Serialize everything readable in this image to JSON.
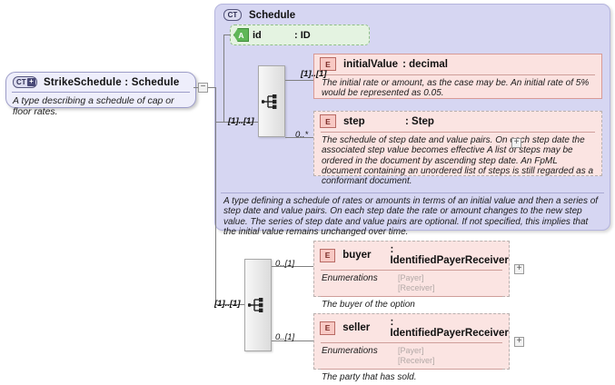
{
  "root": {
    "badge": "CT",
    "badge_plus": "+",
    "title": "StrikeSchedule : Schedule",
    "annotation": "A type describing a schedule of cap or floor rates.",
    "collapse_toggle": "−"
  },
  "group": {
    "badge": "CT",
    "title": "Schedule",
    "annotation": "A type defining a schedule of rates or amounts in terms of an initial value and then a series of step date and value pairs. On each step date the rate or amount changes to the new step value. The series of step date and value pairs are optional. If not specified, this implies that the initial value remains unchanged over time."
  },
  "attribute": {
    "badge": "A",
    "name": "id",
    "type": ": ID"
  },
  "elements": [
    {
      "badge": "E",
      "name": "initialValue",
      "type": ": decimal",
      "cardinality": "[1]..[1]",
      "annotation": "The initial rate or amount, as the case may be. An initial rate of 5% would be represented as 0.05."
    },
    {
      "badge": "E",
      "name": "step",
      "type": ": Step",
      "cardinality": "0..*",
      "annotation": "The schedule of step date and value pairs. On each step date the associated step value becomes effective A list of steps may be ordered in the document by ascending step date. An FpML document containing an unordered list of steps is still regarded as a conformant document.",
      "expand_toggle": "+"
    },
    {
      "badge": "E",
      "name": "buyer",
      "type": ": IdentifiedPayerReceiver",
      "cardinality": "0..[1]",
      "enum_label": "Enumerations",
      "enum_values": [
        "[Payer]",
        "[Receiver]"
      ],
      "annotation": "The buyer of the option",
      "expand_toggle": "+"
    },
    {
      "badge": "E",
      "name": "seller",
      "type": ": IdentifiedPayerReceiver",
      "cardinality": "0..[1]",
      "enum_label": "Enumerations",
      "enum_values": [
        "[Payer]",
        "[Receiver]"
      ],
      "annotation": "The party that has sold.",
      "expand_toggle": "+"
    }
  ],
  "compositors": {
    "top_cardinality": "[1]..[1]",
    "bottom_cardinality": "[1]..[1]"
  },
  "colors": {
    "group_bg": "#d6d6f2",
    "root_bg": "#eeeefb",
    "element_bg": "#fbe2e0",
    "attribute_bg": "#e4f3e1",
    "line": "#808080"
  }
}
